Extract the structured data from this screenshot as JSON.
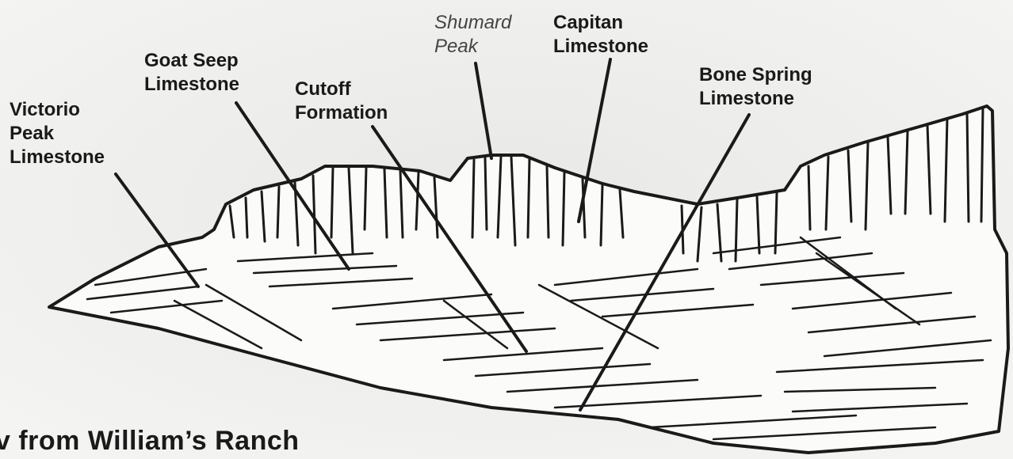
{
  "labels": {
    "victorio_peak": "Victorio\nPeak\nLimestone",
    "goat_seep": "Goat Seep\nLimestone",
    "cutoff": "Cutoff\nFormation",
    "shumard": "Shumard\nPeak",
    "capitan": "Capitan\nLimestone",
    "bone_spring": "Bone Spring\nLimestone"
  },
  "caption": "v from William’s Ranch"
}
